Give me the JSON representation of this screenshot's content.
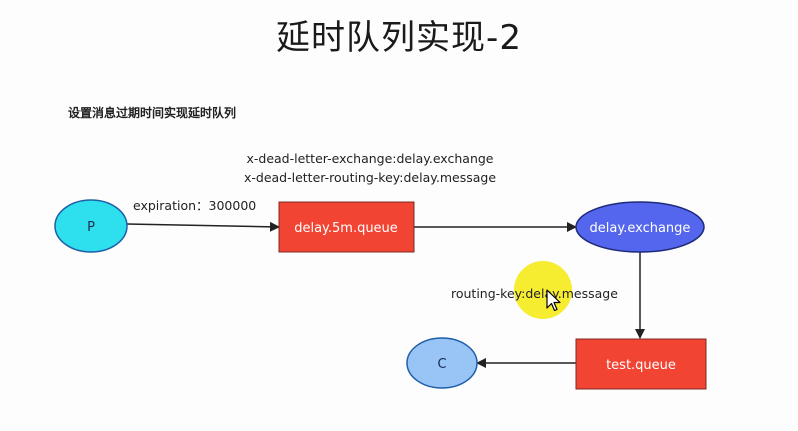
{
  "slide": {
    "title": "延时队列实现-2",
    "subtitle": "设置消息过期时间实现延时队列"
  },
  "diagram": {
    "nodes": {
      "producer": {
        "label": "P",
        "color": "#2ee0ee"
      },
      "delay_queue": {
        "label": "delay.5m.queue",
        "color": "#f24433"
      },
      "delay_exchange": {
        "label": "delay.exchange",
        "color": "#5566ee"
      },
      "test_queue": {
        "label": "test.queue",
        "color": "#f24433"
      },
      "consumer": {
        "label": "C",
        "color": "#99c4f6"
      }
    },
    "edges": {
      "p_to_delay_queue": {
        "label": "expiration：300000"
      },
      "delay_queue_to_exchange": {
        "label_line1": "x-dead-letter-exchange:delay.exchange",
        "label_line2": "x-dead-letter-routing-key:delay.message"
      },
      "exchange_to_test_queue": {
        "label": "routing-key:delay.message"
      }
    },
    "cursor": {
      "highlight_color": "#f5ea1a"
    }
  }
}
